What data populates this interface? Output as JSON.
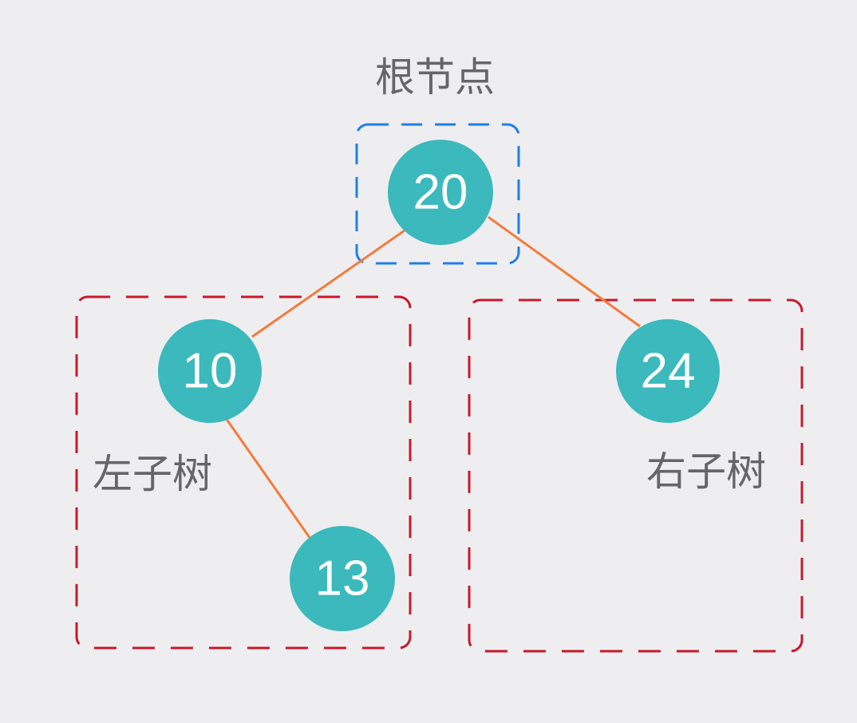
{
  "labels": {
    "root": "根节点",
    "left_subtree": "左子树",
    "right_subtree": "右子树"
  },
  "nodes": {
    "root": "20",
    "left": "10",
    "left_right": "13",
    "right": "24"
  },
  "colors": {
    "background": "#eeeef0",
    "node": "#3bb9bc",
    "edge": "#f47a3b",
    "root_box": "#1f7fe6",
    "subtree_box": "#c8192b",
    "label_text": "#666666"
  }
}
